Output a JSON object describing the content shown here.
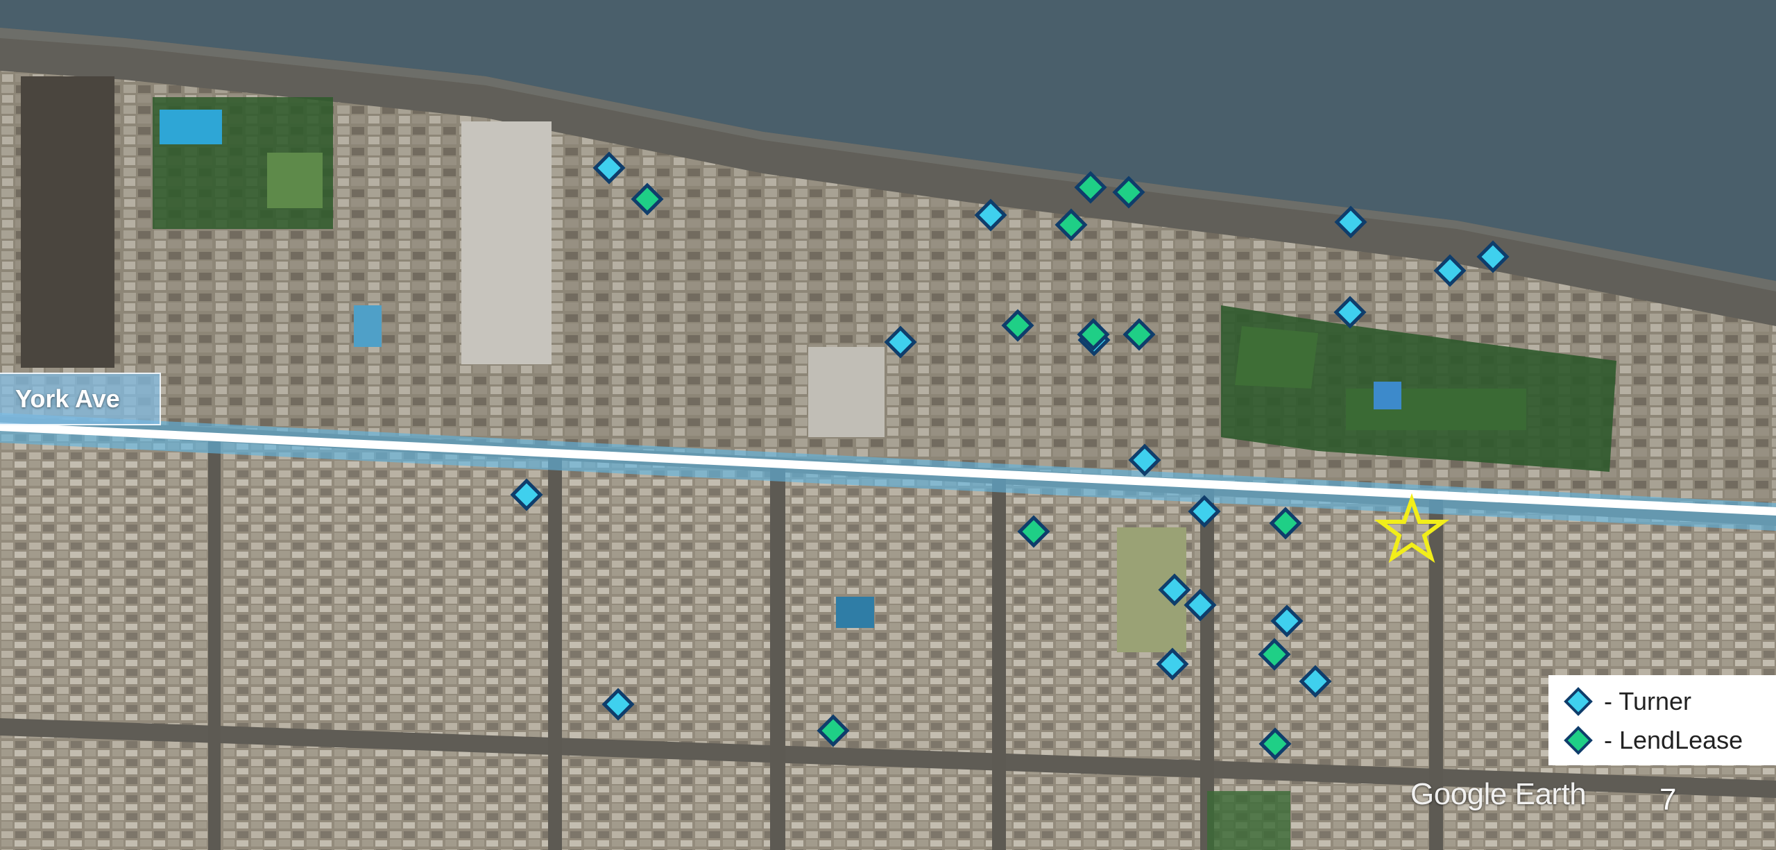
{
  "map": {
    "street_label": "York Ave",
    "attribution": "Google Earth",
    "page_number": "7",
    "legend": [
      {
        "label": "- Turner",
        "icon": "turner-diamond-icon",
        "color": "#3fd0ee"
      },
      {
        "label": "- LendLease",
        "icon": "lendlease-diamond-icon",
        "color": "#1fcf86"
      }
    ],
    "site_marker": {
      "icon": "star-icon",
      "color": "#f2ee1a"
    },
    "river_color": "#4a5f6b",
    "corridor_color": "#5fb5e2",
    "marker_border_color": "#0f3d6b"
  }
}
